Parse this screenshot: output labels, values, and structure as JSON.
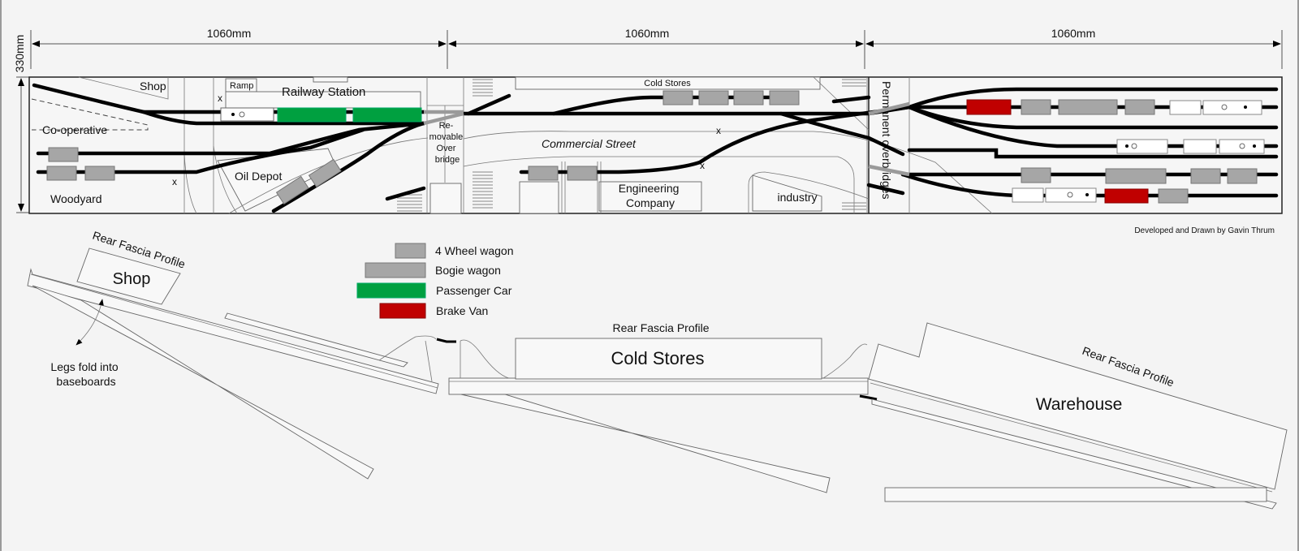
{
  "dimensions": {
    "section_widths": [
      "1060mm",
      "1060mm",
      "1060mm"
    ],
    "depth": "330mm"
  },
  "plan_labels": {
    "shop": "Shop",
    "ramp": "Ramp",
    "railway_station": "Railway Station",
    "co_operative": "Co-operative",
    "woodyard": "Woodyard",
    "oil_depot": "Oil Depot",
    "removable_overbridge": [
      "Re-",
      "movable",
      "Over",
      "bridge"
    ],
    "cold_stores": "Cold Stores",
    "commercial_street": "Commercial Street",
    "engineering_company": [
      "Engineering",
      "Company"
    ],
    "industry": "industry",
    "permanent_overbridges": "Permanent overbridges",
    "x_mark": "x"
  },
  "credit": "Developed and Drawn by Gavin Thrum",
  "legend": {
    "items": [
      {
        "label": "4 Wheel wagon",
        "color": "#a6a6a6"
      },
      {
        "label": "Bogie wagon",
        "color": "#a6a6a6"
      },
      {
        "label": "Passenger Car",
        "color": "#00a040"
      },
      {
        "label": "Brake Van",
        "color": "#c00000"
      }
    ]
  },
  "profiles": {
    "left": {
      "caption": "Rear Fascia Profile",
      "building": "Shop",
      "note": [
        "Legs fold into",
        "baseboards"
      ]
    },
    "middle": {
      "caption": "Rear Fascia Profile",
      "building": "Cold Stores"
    },
    "right": {
      "caption": "Rear Fascia Profile",
      "building": "Warehouse"
    }
  },
  "colors": {
    "wagon": "#a6a6a6",
    "passenger": "#00a040",
    "brake_van": "#c00000",
    "track": "#000000"
  }
}
